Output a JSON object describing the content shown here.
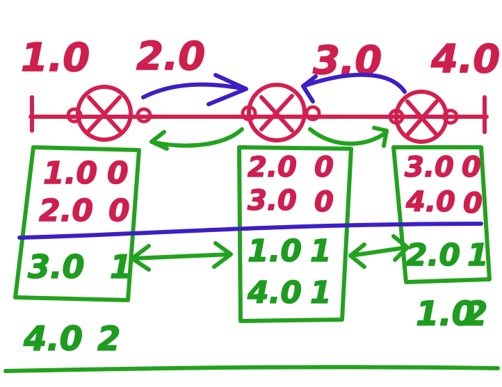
{
  "colors": {
    "router": "#d3204f",
    "table": "#23a21f",
    "forwarding_arrow": "#3e1fc2",
    "exchange_arrow": "#23a21f",
    "background": "#ffffff"
  },
  "networks": [
    {
      "label": "1.0"
    },
    {
      "label": "2.0"
    },
    {
      "label": "3.0"
    },
    {
      "label": "4.0"
    }
  ],
  "routers": [
    {
      "table_direct": [
        {
          "network": "1.0",
          "hops": "0"
        },
        {
          "network": "2.0",
          "hops": "0"
        }
      ],
      "table_learned": [
        {
          "network": "3.0",
          "hops": "1"
        }
      ],
      "table_extra": [
        {
          "network": "4.0",
          "hops": "2"
        }
      ]
    },
    {
      "table_direct": [
        {
          "network": "2.0",
          "hops": "0"
        },
        {
          "network": "3.0",
          "hops": "0"
        }
      ],
      "table_learned": [
        {
          "network": "1.0",
          "hops": "1"
        },
        {
          "network": "4.0",
          "hops": "1"
        }
      ],
      "table_extra": []
    },
    {
      "table_direct": [
        {
          "network": "3.0",
          "hops": "0"
        },
        {
          "network": "4.0",
          "hops": "0"
        }
      ],
      "table_learned": [
        {
          "network": "2.0",
          "hops": "1"
        }
      ],
      "table_extra": [
        {
          "network": "1.0",
          "hops": "2"
        }
      ]
    }
  ]
}
